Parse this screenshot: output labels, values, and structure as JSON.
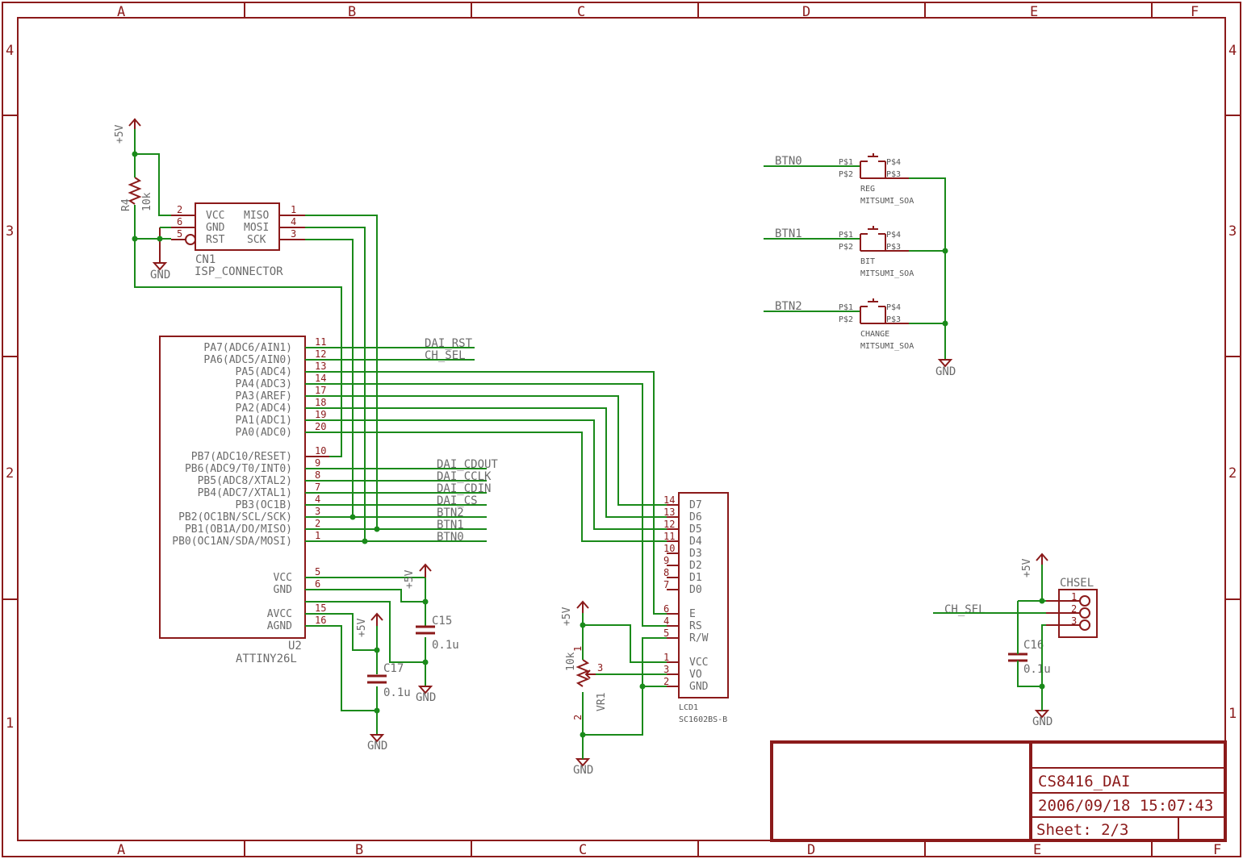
{
  "sheet": {
    "columns": [
      "A",
      "B",
      "C",
      "D",
      "E",
      "F"
    ],
    "rows": [
      "4",
      "3",
      "2",
      "1"
    ],
    "title": "CS8416_DAI",
    "date": "2006/09/18 15:07:43",
    "sheet": "Sheet: 2/3"
  },
  "isp": {
    "ref": "CN1",
    "name": "ISP_CONNECTOR",
    "left_pins": [
      {
        "num": "2",
        "name": "VCC"
      },
      {
        "num": "6",
        "name": "GND"
      },
      {
        "num": "5",
        "name": "RST"
      }
    ],
    "right_pins": [
      {
        "num": "1",
        "name": "MISO"
      },
      {
        "num": "4",
        "name": "MOSI"
      },
      {
        "num": "3",
        "name": "SCK"
      }
    ]
  },
  "r4": {
    "ref": "R4",
    "value": "10k",
    "power": "+5V",
    "gnd": "GND"
  },
  "mcu": {
    "ref": "U2",
    "name": "ATTINY26L",
    "pins": [
      {
        "num": "11",
        "name": "PA7(ADC6/AIN1)",
        "net": "DAI_RST"
      },
      {
        "num": "12",
        "name": "PA6(ADC5/AIN0)",
        "net": "CH_SEL"
      },
      {
        "num": "13",
        "name": "PA5(ADC4)",
        "net": ""
      },
      {
        "num": "14",
        "name": "PA4(ADC3)",
        "net": ""
      },
      {
        "num": "17",
        "name": "PA3(AREF)",
        "net": ""
      },
      {
        "num": "18",
        "name": "PA2(ADC4)",
        "net": ""
      },
      {
        "num": "19",
        "name": "PA1(ADC1)",
        "net": ""
      },
      {
        "num": "20",
        "name": "PA0(ADC0)",
        "net": ""
      },
      {
        "num": "10",
        "name": "PB7(ADC10/RESET)",
        "net": ""
      },
      {
        "num": "9",
        "name": "PB6(ADC9/T0/INT0)",
        "net": "DAI_CDOUT"
      },
      {
        "num": "8",
        "name": "PB5(ADC8/XTAL2)",
        "net": "DAI_CCLK"
      },
      {
        "num": "7",
        "name": "PB4(ADC7/XTAL1)",
        "net": "DAI_CDIN"
      },
      {
        "num": "4",
        "name": "PB3(OC1B)",
        "net": "DAI_CS"
      },
      {
        "num": "3",
        "name": "PB2(OC1BN/SCL/SCK)",
        "net": "BTN2"
      },
      {
        "num": "2",
        "name": "PB1(OB1A/DO/MISO)",
        "net": "BTN1"
      },
      {
        "num": "1",
        "name": "PB0(OC1AN/SDA/MOSI)",
        "net": "BTN0"
      },
      {
        "num": "5",
        "name": "VCC",
        "net": ""
      },
      {
        "num": "6",
        "name": "GND",
        "net": ""
      },
      {
        "num": "15",
        "name": "AVCC",
        "net": ""
      },
      {
        "num": "16",
        "name": "AGND",
        "net": ""
      }
    ]
  },
  "lcd": {
    "ref": "LCD1",
    "name": "SC1602BS-B",
    "pins": [
      {
        "num": "14",
        "name": "D7"
      },
      {
        "num": "13",
        "name": "D6"
      },
      {
        "num": "12",
        "name": "D5"
      },
      {
        "num": "11",
        "name": "D4"
      },
      {
        "num": "10",
        "name": "D3"
      },
      {
        "num": "9",
        "name": "D2"
      },
      {
        "num": "8",
        "name": "D1"
      },
      {
        "num": "7",
        "name": "D0"
      },
      {
        "num": "6",
        "name": "E"
      },
      {
        "num": "4",
        "name": "RS"
      },
      {
        "num": "5",
        "name": "R/W"
      },
      {
        "num": "1",
        "name": "VCC"
      },
      {
        "num": "3",
        "name": "VO"
      },
      {
        "num": "2",
        "name": "GND"
      }
    ]
  },
  "buttons": [
    {
      "net": "BTN0",
      "name": "REG",
      "part": "MITSUMI_SOA"
    },
    {
      "net": "BTN1",
      "name": "BIT",
      "part": "MITSUMI_SOA"
    },
    {
      "net": "BTN2",
      "name": "CHANGE",
      "part": "MITSUMI_SOA"
    }
  ],
  "button_pins": {
    "p1": "P$1",
    "p2": "P$2",
    "p3": "P$3",
    "p4": "P$4"
  },
  "buttons_gnd": "GND",
  "c15": {
    "ref": "C15",
    "value": "0.1u",
    "power": "+5V",
    "gnd": "GND"
  },
  "c17": {
    "ref": "C17",
    "value": "0.1u",
    "power": "+5V",
    "gnd": "GND"
  },
  "c16": {
    "ref": "C16",
    "value": "0.1u",
    "power": "+5V",
    "gnd": "GND"
  },
  "vr1": {
    "ref": "VR1",
    "value": "10k",
    "power": "+5V",
    "gnd": "GND",
    "pins": [
      "1",
      "3",
      "2"
    ]
  },
  "chsel": {
    "ref": "CHSEL",
    "net": "CH_SEL",
    "pins": [
      "1",
      "2",
      "3"
    ]
  },
  "isp_gnd": "GND"
}
